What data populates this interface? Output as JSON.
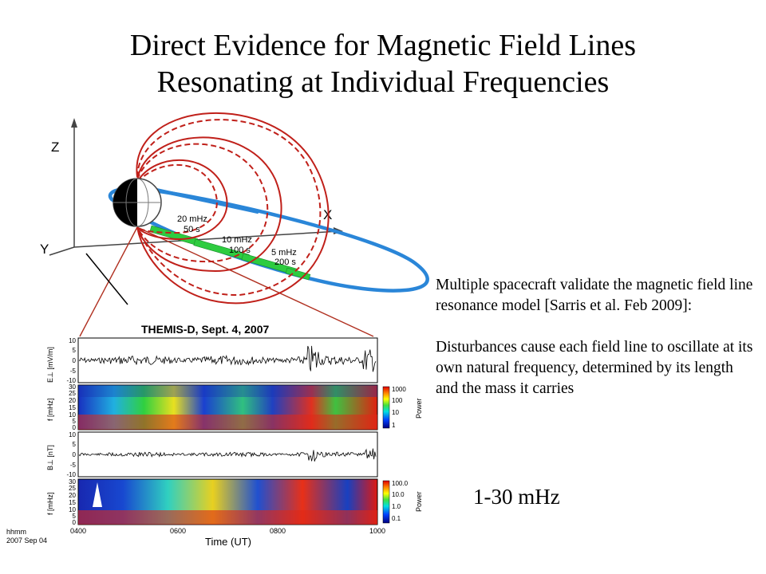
{
  "title": {
    "line1": "Direct Evidence for Magnetic Field Lines",
    "line2": "Resonating at Individual Frequencies"
  },
  "diagram": {
    "axes": {
      "z": "Z",
      "x": "X",
      "y": "Y"
    },
    "labels": [
      {
        "freq": "20 mHz",
        "period": "50 s"
      },
      {
        "freq": "10 mHz",
        "period": "100 s"
      },
      {
        "freq": "5 mHz",
        "period": "200 s"
      }
    ],
    "colors": {
      "field_lines": "#c0201a",
      "orbit": "#2a86d8",
      "spacecraft": "#2ecc40",
      "connector": "#b03020"
    }
  },
  "plot": {
    "title": "THEMIS-D, Sept. 4, 2007",
    "panels": [
      {
        "ylabel": "E⊥ [mV/m]",
        "ticks": [
          "10",
          "5",
          "0",
          "-5",
          "-10"
        ],
        "type": "line"
      },
      {
        "ylabel": "f [mHz]",
        "ticks": [
          "30",
          "25",
          "20",
          "15",
          "10",
          "5",
          "0"
        ],
        "type": "spectrogram",
        "colorbar": {
          "label": "Power",
          "ticks": [
            "1000",
            "100",
            "10",
            "1"
          ]
        }
      },
      {
        "ylabel": "B⊥ [nT]",
        "ticks": [
          "10",
          "5",
          "0",
          "-5",
          "-10"
        ],
        "type": "line"
      },
      {
        "ylabel": "f [mHz]",
        "ticks": [
          "30",
          "25",
          "20",
          "15",
          "10",
          "5",
          "0"
        ],
        "type": "spectrogram",
        "colorbar": {
          "label": "Power",
          "ticks": [
            "100.0",
            "10.0",
            "1.0",
            "0.1"
          ]
        }
      }
    ],
    "xticks": [
      "0400",
      "0600",
      "0800",
      "1000"
    ],
    "xlabel": "Time (UT)",
    "time_format": "hhmm",
    "date": "2007 Sep 04"
  },
  "text": {
    "para1": "Multiple spacecraft validate the magnetic field line resonance model [Sarris et al. Feb 2009]:",
    "para2": "Disturbances cause each field line to oscillate at its own natural frequency, determined by its length and the mass it carries",
    "freq_range": "1-30 mHz"
  }
}
